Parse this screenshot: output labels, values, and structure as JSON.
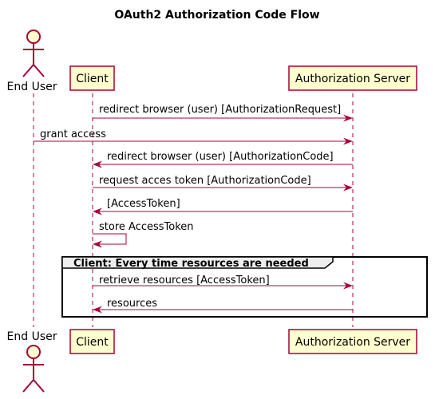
{
  "title": "OAuth2 Authorization Code Flow",
  "participants": [
    {
      "id": "user",
      "label": "End User",
      "kind": "actor"
    },
    {
      "id": "client",
      "label": "Client",
      "kind": "participant"
    },
    {
      "id": "server",
      "label": "Authorization Server",
      "kind": "participant"
    }
  ],
  "messages": [
    {
      "from": "client",
      "to": "server",
      "text": "redirect browser (user) [AuthorizationRequest]"
    },
    {
      "from": "user",
      "to": "server",
      "text": "grant access"
    },
    {
      "from": "server",
      "to": "client",
      "text": "redirect browser (user) [AuthorizationCode]"
    },
    {
      "from": "client",
      "to": "server",
      "text": "request acces token [AuthorizationCode]"
    },
    {
      "from": "server",
      "to": "client",
      "text": "[AccessToken]"
    },
    {
      "from": "client",
      "to": "client",
      "text": "store AccessToken"
    },
    {
      "from": "client",
      "to": "server",
      "text": "retrieve resources [AccessToken]"
    },
    {
      "from": "server",
      "to": "client",
      "text": "resources"
    }
  ],
  "group": {
    "label": "Client: Every time resources are needed"
  },
  "colors": {
    "line": "#a80036",
    "box_fill": "#fefece",
    "group_tab": "#eeeeee"
  }
}
